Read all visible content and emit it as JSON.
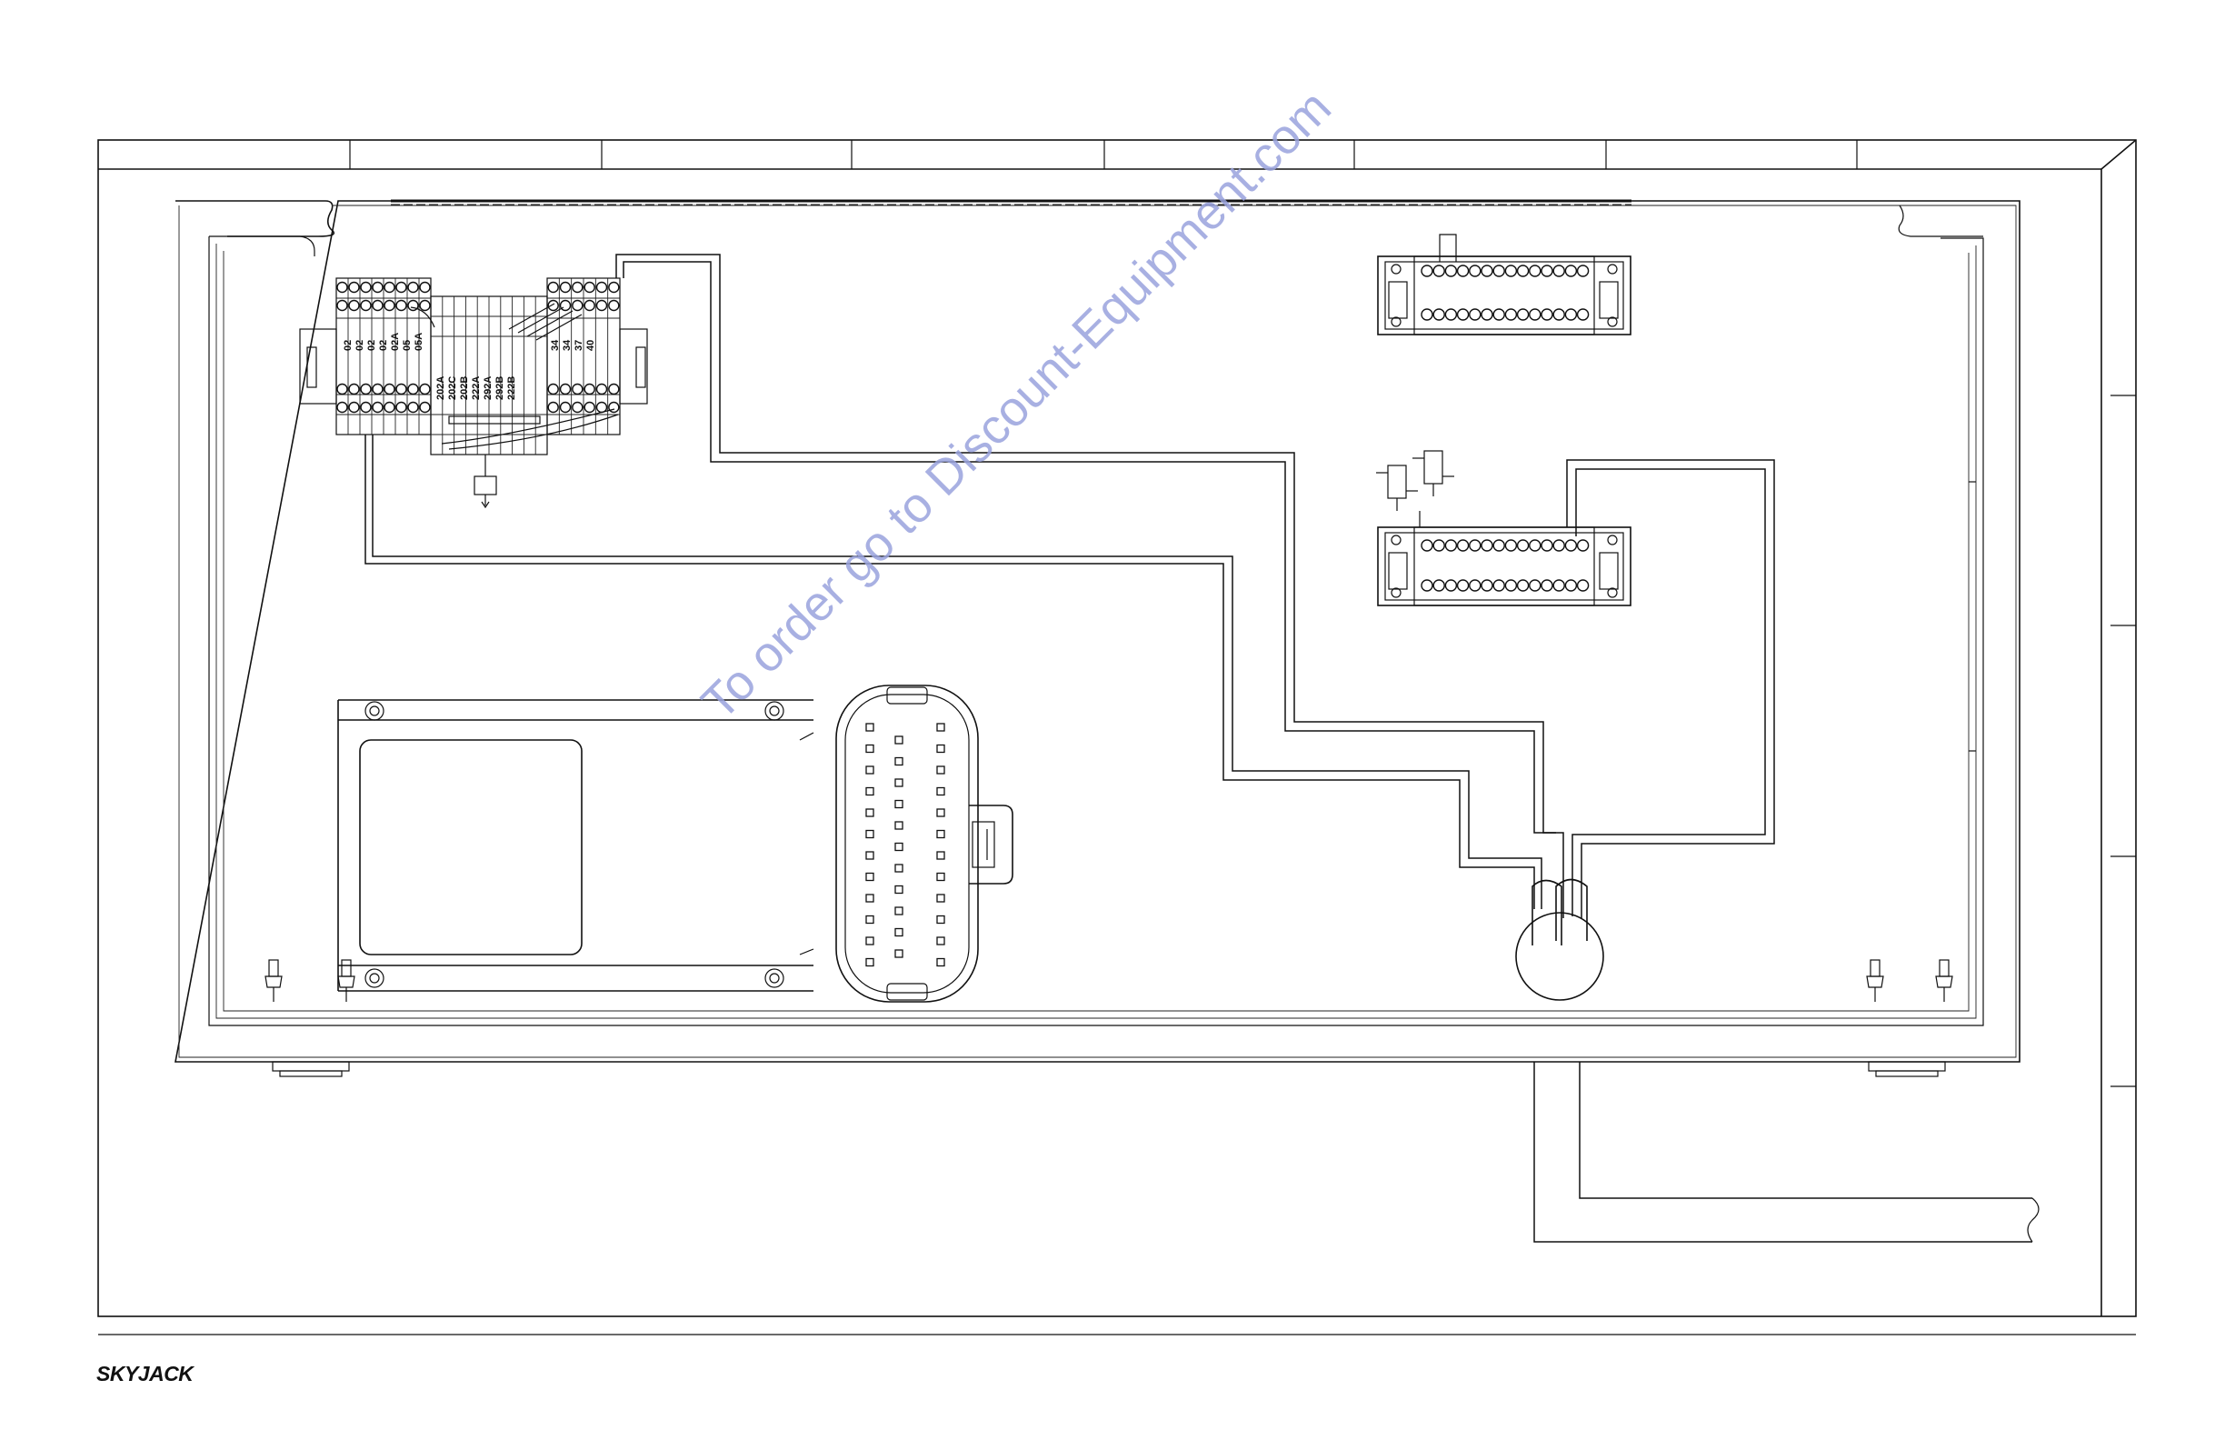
{
  "brand": {
    "logo_text": "SKYJACK"
  },
  "watermark": {
    "text": "To order go to Discount-Equipment.com"
  },
  "terminal_block": {
    "labels_left": [
      "02",
      "02",
      "02",
      "02",
      "02A",
      "05",
      "05A"
    ],
    "labels_mid": [
      "202A",
      "202C",
      "202B",
      "222A",
      "292A",
      "292B",
      "222B"
    ],
    "labels_right": [
      "34",
      "34",
      "37",
      "40"
    ]
  }
}
